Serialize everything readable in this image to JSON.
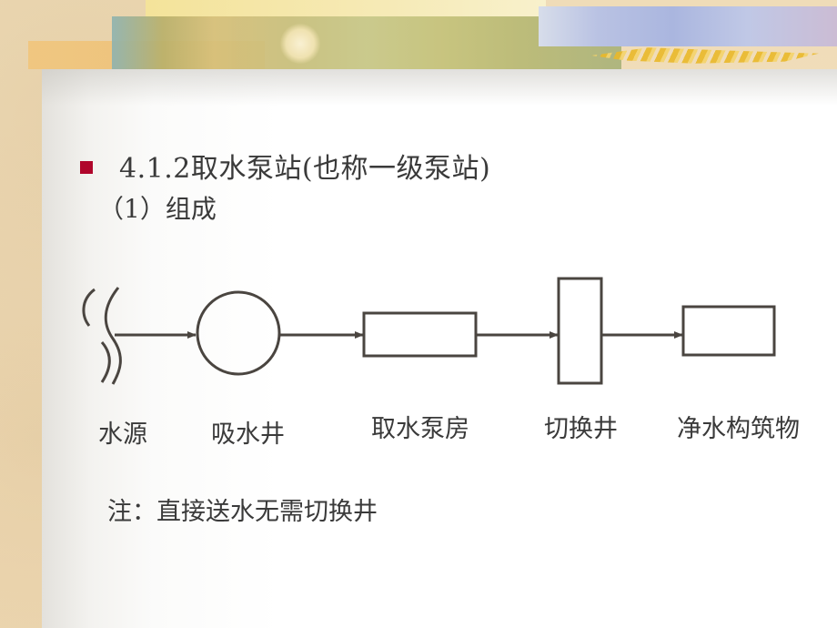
{
  "slide": {
    "heading": "4.1.2取水泵站(也称一级泵站)",
    "subheading": "（1）组成",
    "bullet_color": "#b0062b",
    "text_color": "#3a3a3a",
    "line_color": "#4a4540"
  },
  "diagram": {
    "nodes": [
      {
        "id": "water-source",
        "shape": "wavy-lines",
        "label": "水源"
      },
      {
        "id": "suction-well",
        "shape": "circle",
        "label": "吸水井"
      },
      {
        "id": "intake-pump-house",
        "shape": "rectangle",
        "label": "取水泵房"
      },
      {
        "id": "switch-well",
        "shape": "tall-rectangle",
        "label": "切换井"
      },
      {
        "id": "water-treatment-structures",
        "shape": "rectangle",
        "label": "净水构筑物"
      }
    ],
    "edges": [
      {
        "from": "water-source",
        "to": "suction-well"
      },
      {
        "from": "suction-well",
        "to": "intake-pump-house"
      },
      {
        "from": "intake-pump-house",
        "to": "switch-well"
      },
      {
        "from": "switch-well",
        "to": "water-treatment-structures"
      }
    ]
  },
  "note": "注：直接送水无需切换井"
}
